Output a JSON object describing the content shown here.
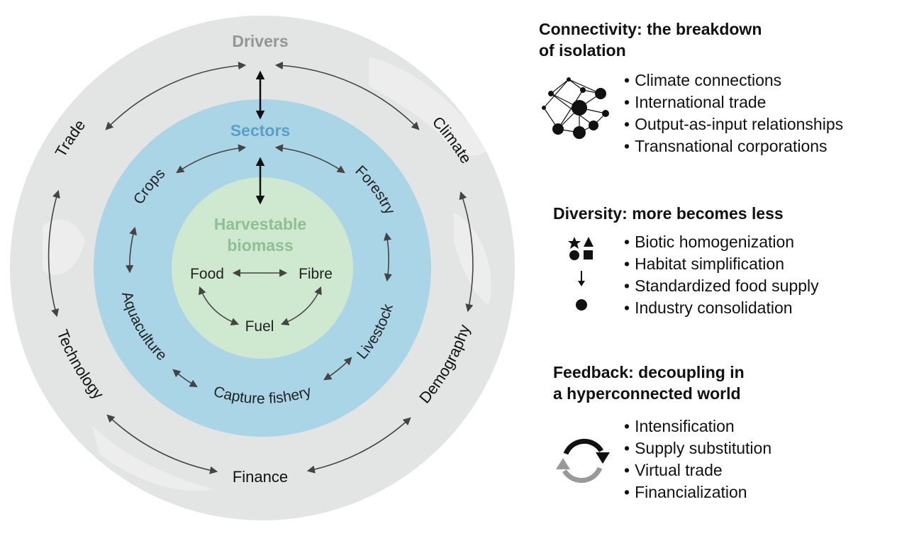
{
  "diagram": {
    "outer_label": "Drivers",
    "middle_label": "Sectors",
    "inner_label_line1": "Harvestable",
    "inner_label_line2": "biomass",
    "drivers": [
      "Trade",
      "Climate",
      "Demography",
      "Finance",
      "Technology"
    ],
    "sectors": [
      "Crops",
      "Forestry",
      "Livestock",
      "Capture fishery",
      "Aquaculture"
    ],
    "biomass": [
      "Food",
      "Fibre",
      "Fuel"
    ],
    "colors": {
      "outer_ring": "#e3e4e4",
      "middle_ring": "#a9d5e6",
      "inner_circle": "#cfe8d0",
      "outer_label": "#959595",
      "middle_label": "#5a9fc9",
      "inner_label": "#8fbf95",
      "arrow": "#444444"
    }
  },
  "panels": [
    {
      "title_line1": "Connectivity: the breakdown",
      "title_line2": "of isolation",
      "icon": "network-icon",
      "items": [
        "Climate connections",
        "International trade",
        "Output-as-input relationships",
        "Transnational corporations"
      ]
    },
    {
      "title_line1": "Diversity: more becomes less",
      "icon": "shapes-to-dot-icon",
      "items": [
        "Biotic homogenization",
        "Habitat simplification",
        "Standardized food supply",
        "Industry consolidation"
      ]
    },
    {
      "title_line1": "Feedback: decoupling in",
      "title_line2": "a hyperconnected world",
      "icon": "cycle-arrows-icon",
      "items": [
        "Intensification",
        "Supply substitution",
        "Virtual trade",
        "Financialization"
      ]
    }
  ]
}
